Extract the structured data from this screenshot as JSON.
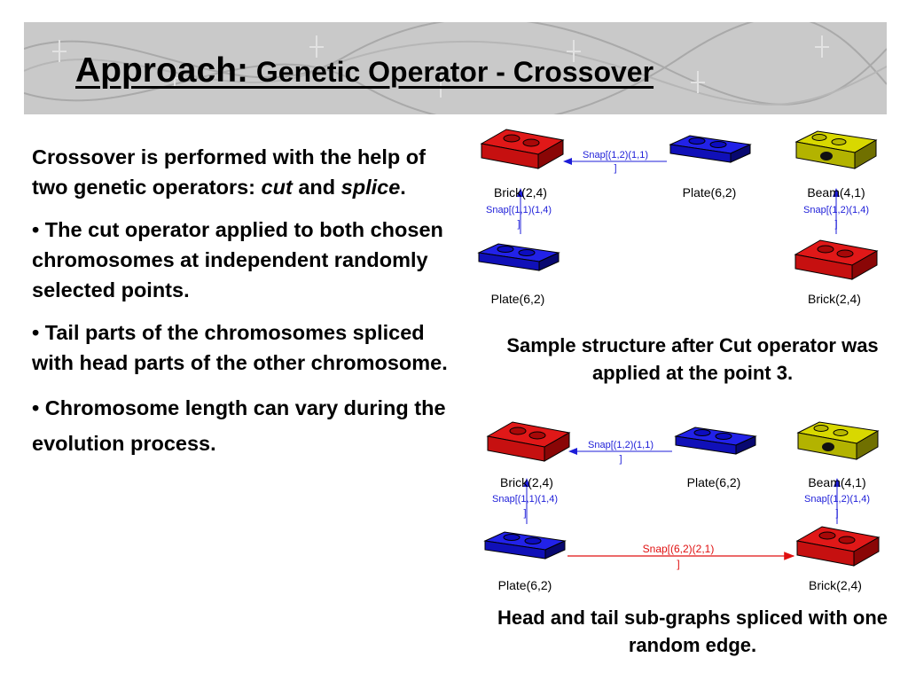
{
  "title": {
    "main": "Approach:",
    "sub": " Genetic Operator - Crossover"
  },
  "bullets": {
    "intro_prefix": "Crossover is performed with the help of two genetic operators: ",
    "intro_cut": "cut",
    "intro_and": " and ",
    "intro_splice": "splice",
    "intro_end": ".",
    "b1": "• The cut operator applied to both chosen chromosomes at independent randomly selected points.",
    "b2": "• Tail parts of the chromosomes spliced with head parts of the other chromosome.",
    "b3": "• Chromosome length can vary during the evolution process."
  },
  "diagram1": {
    "brick_top": "Brick(2,4)",
    "plate_top": "Plate(6,2)",
    "beam_top": "Beam(4,1)",
    "plate_bottom": "Plate(6,2)",
    "brick_bottom": "Brick(2,4)",
    "snap_horizontal_1": "Snap[(1,2)(1,1)",
    "snap_horizontal_2": "]",
    "snap_left_1": "Snap[(1,1)(1,4)",
    "snap_left_2": "]",
    "snap_right_1": "Snap[(1,2)(1,4)",
    "snap_right_2": "]",
    "caption": "Sample structure after Cut operator was applied at the point 3."
  },
  "diagram2": {
    "brick_top": "Brick(2,4)",
    "plate_top": "Plate(6,2)",
    "beam_top": "Beam(4,1)",
    "plate_bottom": "Plate(6,2)",
    "brick_bottom": "Brick(2,4)",
    "snap_horizontal_1": "Snap[(1,2)(1,1)",
    "snap_horizontal_2": "]",
    "snap_left_1": "Snap[(1,1)(1,4)",
    "snap_left_2": "]",
    "snap_right_1": "Snap[(1,2)(1,4)",
    "snap_right_2": "]",
    "snap_splice_1": "Snap[(6,2)(2,1)",
    "snap_splice_2": "]",
    "caption": "Head and tail sub-graphs spliced with one random edge."
  },
  "colors": {
    "brick_red": "#cc1111",
    "plate_blue": "#1a1ad0",
    "beam_olive": "#b3b300",
    "snap_blue": "#1c1cd8",
    "splice_red": "#e01010",
    "banner_gray": "#c9c9c9"
  }
}
